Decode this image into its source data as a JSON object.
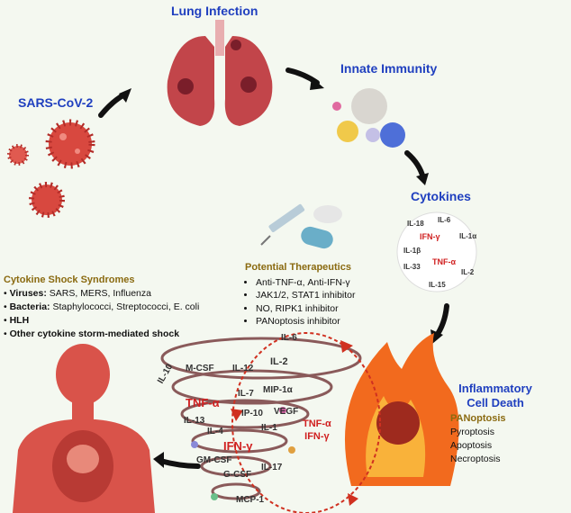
{
  "labels": {
    "lung_infection": "Lung Infection",
    "sars": "SARS-CoV-2",
    "innate": "Innate Immunity",
    "cytokines": "Cytokines",
    "inflammatory": "Inflammatory",
    "cell_death": "Cell Death"
  },
  "cytokine_circle": [
    "IL-18",
    "IL-6",
    "IL-1α",
    "IFN-γ",
    "IL-1β",
    "TNF-α",
    "IL-33",
    "IL-2",
    "IL-15"
  ],
  "shock": {
    "title": "Cytokine Shock Syndromes",
    "items": [
      {
        "bold": "Viruses:",
        "text": " SARS, MERS, Influenza"
      },
      {
        "bold": "Bacteria:",
        "text": " Staphylococci, Streptococci, E. coli"
      },
      {
        "bold": "HLH",
        "text": ""
      },
      {
        "bold": "Other cytokine storm-mediated shock",
        "text": ""
      }
    ]
  },
  "therapeutics": {
    "title": "Potential Therapeutics",
    "items": [
      "Anti-TNF-α, Anti-IFN-γ",
      "JAK1/2, STAT1 inhibitor",
      "NO, RIPK1 inhibitor",
      "PANoptosis inhibitor"
    ]
  },
  "tornado_labels": [
    "IL-6",
    "IL-10",
    "M-CSF",
    "IL-12",
    "IL-2",
    "TNF-α",
    "IL-7",
    "MIP-1α",
    "IL-13",
    "IP-10",
    "IL-4",
    "IL-1",
    "VEGF",
    "IFN-γ",
    "GM-CSF",
    "G-CSF",
    "IL-17",
    "MCP-1"
  ],
  "storm_center": {
    "a": "TNF-α",
    "b": "IFN-γ"
  },
  "panoptosis": {
    "title": "PANoptosis",
    "items": [
      "Pyroptosis",
      "Apoptosis",
      "Necroptosis"
    ]
  },
  "colors": {
    "heading": "#1f3fbf",
    "accent_red": "#d02020",
    "gold": "#8a6a10"
  }
}
